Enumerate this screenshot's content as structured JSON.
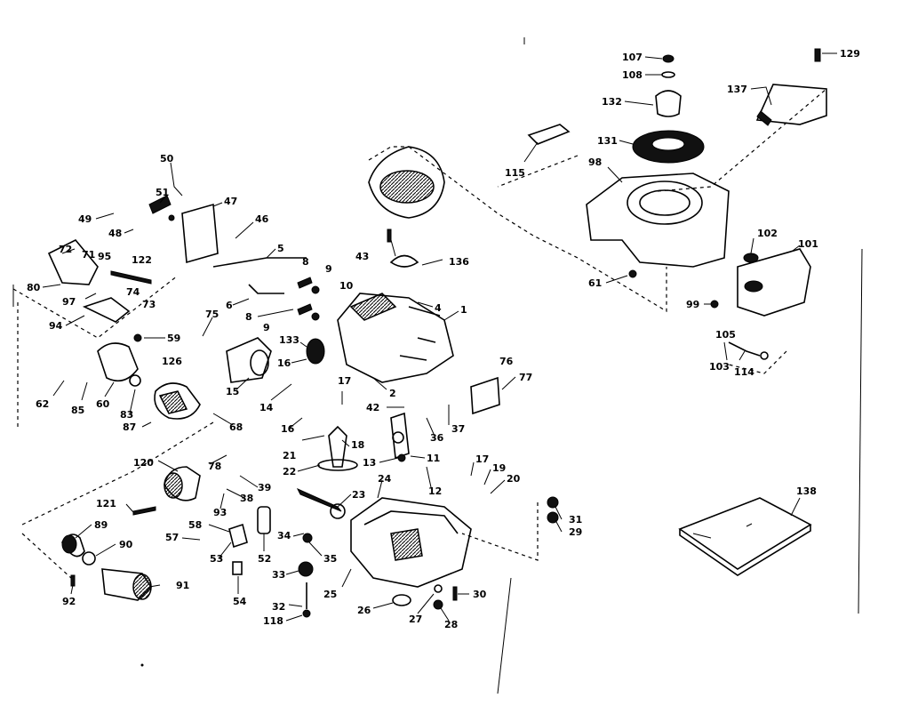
{
  "diagram": {
    "callouts": [
      {
        "id": "c107",
        "text": "107"
      },
      {
        "id": "c108",
        "text": "108"
      },
      {
        "id": "c129",
        "text": "129"
      },
      {
        "id": "c137",
        "text": "137"
      },
      {
        "id": "c132",
        "text": "132"
      },
      {
        "id": "c131",
        "text": "131"
      },
      {
        "id": "c115",
        "text": "115"
      },
      {
        "id": "c98",
        "text": "98"
      },
      {
        "id": "c102",
        "text": "102"
      },
      {
        "id": "c101",
        "text": "101"
      },
      {
        "id": "c61",
        "text": "61"
      },
      {
        "id": "c99",
        "text": "99"
      },
      {
        "id": "c105",
        "text": "105"
      },
      {
        "id": "c103",
        "text": "103"
      },
      {
        "id": "c114",
        "text": "114"
      },
      {
        "id": "c50",
        "text": "50"
      },
      {
        "id": "c51",
        "text": "51"
      },
      {
        "id": "c47",
        "text": "47"
      },
      {
        "id": "c49",
        "text": "49"
      },
      {
        "id": "c48",
        "text": "48"
      },
      {
        "id": "c46",
        "text": "46"
      },
      {
        "id": "c72",
        "text": "72"
      },
      {
        "id": "c71",
        "text": "71"
      },
      {
        "id": "c95",
        "text": "95"
      },
      {
        "id": "c122",
        "text": "122"
      },
      {
        "id": "c80",
        "text": "80"
      },
      {
        "id": "c97",
        "text": "97"
      },
      {
        "id": "c74",
        "text": "74"
      },
      {
        "id": "c73",
        "text": "73"
      },
      {
        "id": "c94",
        "text": "94"
      },
      {
        "id": "c5",
        "text": "5"
      },
      {
        "id": "c8",
        "text": "8"
      },
      {
        "id": "c9",
        "text": "9"
      },
      {
        "id": "c10",
        "text": "10"
      },
      {
        "id": "c6",
        "text": "6"
      },
      {
        "id": "c8b",
        "text": "8"
      },
      {
        "id": "c9b",
        "text": "9"
      },
      {
        "id": "c43",
        "text": "43"
      },
      {
        "id": "c136",
        "text": "136"
      },
      {
        "id": "c4",
        "text": "4"
      },
      {
        "id": "c1",
        "text": "1"
      },
      {
        "id": "c75",
        "text": "75"
      },
      {
        "id": "c59",
        "text": "59"
      },
      {
        "id": "c133",
        "text": "133"
      },
      {
        "id": "c16",
        "text": "16"
      },
      {
        "id": "c15",
        "text": "15"
      },
      {
        "id": "c126",
        "text": "126"
      },
      {
        "id": "c62",
        "text": "62"
      },
      {
        "id": "c85",
        "text": "85"
      },
      {
        "id": "c60",
        "text": "60"
      },
      {
        "id": "c83",
        "text": "83"
      },
      {
        "id": "c87",
        "text": "87"
      },
      {
        "id": "c68",
        "text": "68"
      },
      {
        "id": "c14",
        "text": "14"
      },
      {
        "id": "c2",
        "text": "2"
      },
      {
        "id": "c17",
        "text": "17"
      },
      {
        "id": "c42",
        "text": "42"
      },
      {
        "id": "c76",
        "text": "76"
      },
      {
        "id": "c77",
        "text": "77"
      },
      {
        "id": "c37",
        "text": "37"
      },
      {
        "id": "c36",
        "text": "36"
      },
      {
        "id": "c16b",
        "text": "16"
      },
      {
        "id": "c21",
        "text": "21"
      },
      {
        "id": "c18",
        "text": "18"
      },
      {
        "id": "c22",
        "text": "22"
      },
      {
        "id": "c13",
        "text": "13"
      },
      {
        "id": "c11",
        "text": "11"
      },
      {
        "id": "c12",
        "text": "12"
      },
      {
        "id": "c17b",
        "text": "17"
      },
      {
        "id": "c19",
        "text": "19"
      },
      {
        "id": "c20",
        "text": "20"
      },
      {
        "id": "c120",
        "text": "120"
      },
      {
        "id": "c78",
        "text": "78"
      },
      {
        "id": "c39",
        "text": "39"
      },
      {
        "id": "c38",
        "text": "38"
      },
      {
        "id": "c23",
        "text": "23"
      },
      {
        "id": "c24",
        "text": "24"
      },
      {
        "id": "c121",
        "text": "121"
      },
      {
        "id": "c93",
        "text": "93"
      },
      {
        "id": "c89",
        "text": "89"
      },
      {
        "id": "c58",
        "text": "58"
      },
      {
        "id": "c57",
        "text": "57"
      },
      {
        "id": "c90",
        "text": "90"
      },
      {
        "id": "c53",
        "text": "53"
      },
      {
        "id": "c52",
        "text": "52"
      },
      {
        "id": "c34",
        "text": "34"
      },
      {
        "id": "c35",
        "text": "35"
      },
      {
        "id": "c33",
        "text": "33"
      },
      {
        "id": "c31",
        "text": "31"
      },
      {
        "id": "c29",
        "text": "29"
      },
      {
        "id": "c138",
        "text": "138"
      },
      {
        "id": "c91",
        "text": "91"
      },
      {
        "id": "c92",
        "text": "92"
      },
      {
        "id": "c54",
        "text": "54"
      },
      {
        "id": "c25",
        "text": "25"
      },
      {
        "id": "c32",
        "text": "32"
      },
      {
        "id": "c118",
        "text": "118"
      },
      {
        "id": "c26",
        "text": "26"
      },
      {
        "id": "c27",
        "text": "27"
      },
      {
        "id": "c28",
        "text": "28"
      },
      {
        "id": "c30",
        "text": "30"
      }
    ]
  }
}
